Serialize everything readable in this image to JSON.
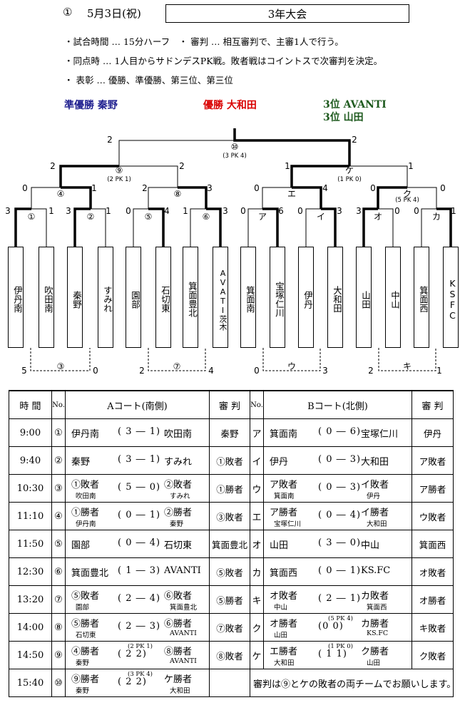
{
  "header": {
    "number": "①",
    "date": "5月3日(祝)",
    "title": "3年大会"
  },
  "rules": [
    "・試合時間 … 15分ハーフ　・ 審判 … 相互審判で、主審1人で行う。",
    "・同点時 … 1人目からサドンデスPK戦。敗者戦はコイントスで次審判を決定。",
    "・ 表彰 … 優勝、準優勝、第三位、第三位"
  ],
  "results": {
    "runner_up": "準優勝 秦野",
    "winner": "優勝 大和田",
    "third_1": "3位 AVANTI",
    "third_2": "3位 山田"
  },
  "colors": {
    "runner_up": "#1f1f8f",
    "winner": "#d90000",
    "third": "#1e5a1e"
  },
  "bracket": {
    "teams": [
      "伊丹南",
      "吹田南",
      "秦野",
      "すみれ",
      "園部",
      "石切東",
      "箕面豊北",
      "AVATI茨木",
      "箕面南",
      "宝塚仁川",
      "伊丹",
      "大和田",
      "山田",
      "中山",
      "箕面西",
      "KSFC"
    ],
    "match_labels": [
      "①",
      "②",
      "③",
      "④",
      "⑤",
      "⑥",
      "⑦",
      "⑧",
      "⑨",
      "⑩",
      "ア",
      "イ",
      "ウ",
      "エ",
      "オ",
      "カ",
      "キ",
      "ク",
      "ケ"
    ],
    "pk_notes": {
      "final": "(3 PK 4)",
      "m9": "(2 PK 1)",
      "ke": "(1 PK 0)",
      "ku": "(5 PK 4)"
    },
    "scores": {
      "final_left": "2",
      "final_right": "2",
      "m9_left": "2",
      "m9_right": "2",
      "ke_left": "1",
      "ke_right": "1",
      "m4_left": "0",
      "m4_right": "1",
      "m8_left": "2",
      "m8_right": "3",
      "e_left": "0",
      "e_right": "4",
      "ku_left": "0",
      "ku_right": "0",
      "m1_left": "3",
      "m1_right": "1",
      "m2_left": "3",
      "m2_right": "1",
      "m5_left": "0",
      "m5_right": "4",
      "m6_left": "1",
      "m6_right": "3",
      "a_left": "0",
      "a_right": "6",
      "i_left": "0",
      "i_right": "3",
      "o_left": "3",
      "o_right": "0",
      "ka_left": "0",
      "ka_right": "1",
      "m3_left": "5",
      "m3_right": "0",
      "m7_left": "2",
      "m7_right": "4",
      "u_left": "0",
      "u_right": "3",
      "ki_left": "2",
      "ki_right": "1"
    }
  },
  "schedule": {
    "headers": {
      "time": "時 間",
      "no": "No.",
      "court_a": "Aコート(南側)",
      "referee": "審 判",
      "court_b": "Bコート(北側)"
    },
    "rows": [
      {
        "time": "9:00",
        "a_no": "①",
        "a_left": "伊丹南",
        "a_score": "( 3 ― 1)",
        "a_right": "吹田南",
        "a_ref": "秦野",
        "b_no": "ア",
        "b_left": "箕面南",
        "b_score": "( 0 ― 6)",
        "b_right": "宝塚仁川",
        "b_ref": "伊丹"
      },
      {
        "time": "9:40",
        "a_no": "②",
        "a_left": "秦野",
        "a_score": "( 3 ― 1)",
        "a_right": "すみれ",
        "a_ref": "①敗者",
        "b_no": "イ",
        "b_left": "伊丹",
        "b_score": "( 0 ― 3)",
        "b_right": "大和田",
        "b_ref": "ア敗者"
      },
      {
        "time": "10:30",
        "a_no": "③",
        "a_left": "①敗者",
        "a_left_sub": "吹田南",
        "a_score": "( 5 ― 0)",
        "a_right": "②敗者",
        "a_right_sub": "すみれ",
        "a_ref": "①勝者",
        "b_no": "ウ",
        "b_left": "ア敗者",
        "b_left_sub": "箕面南",
        "b_score": "( 0 ― 3)",
        "b_right": "イ敗者",
        "b_right_sub": "伊丹",
        "b_ref": "ア勝者"
      },
      {
        "time": "11:10",
        "a_no": "④",
        "a_left": "①勝者",
        "a_left_sub": "伊丹南",
        "a_score": "( 0 ― 1)",
        "a_right": "②勝者",
        "a_right_sub": "秦野",
        "a_ref": "③敗者",
        "b_no": "エ",
        "b_left": "ア勝者",
        "b_left_sub": "宝塚仁川",
        "b_score": "( 0 ― 4)",
        "b_right": "イ勝者",
        "b_right_sub": "大和田",
        "b_ref": "ウ敗者"
      },
      {
        "time": "11:50",
        "a_no": "⑤",
        "a_left": "園部",
        "a_score": "( 0 ― 4)",
        "a_right": "石切東",
        "a_ref": "箕面豊北",
        "b_no": "オ",
        "b_left": "山田",
        "b_score": "( 3 ― 0)",
        "b_right": "中山",
        "b_ref": "箕面西"
      },
      {
        "time": "12:30",
        "a_no": "⑥",
        "a_left": "箕面豊北",
        "a_score": "( 1 ― 3)",
        "a_right": "AVANTI",
        "a_ref": "⑤敗者",
        "b_no": "カ",
        "b_left": "箕面西",
        "b_score": "( 0 ― 1)",
        "b_right": "KS.FC",
        "b_ref": "オ敗者"
      },
      {
        "time": "13:20",
        "a_no": "⑦",
        "a_left": "⑤敗者",
        "a_left_sub": "園部",
        "a_score": "( 2 ― 4)",
        "a_right": "⑥敗者",
        "a_right_sub": "箕面豊北",
        "a_ref": "⑤勝者",
        "b_no": "キ",
        "b_left": "オ敗者",
        "b_left_sub": "中山",
        "b_score": "( 2 ― 1)",
        "b_right": "カ敗者",
        "b_right_sub": "箕面西",
        "b_ref": "オ勝者"
      },
      {
        "time": "14:00",
        "a_no": "⑧",
        "a_left": "⑤勝者",
        "a_left_sub": "石切東",
        "a_score": "( 2 ― 3)",
        "a_right": "⑥勝者",
        "a_right_sub": "AVANTI",
        "a_ref": "⑦敗者",
        "b_no": "ク",
        "b_left": "オ勝者",
        "b_left_sub": "山田",
        "b_score": "(0 0)",
        "b_pk": "(5 PK 4)",
        "b_right": "カ勝者",
        "b_right_sub": "KS.FC",
        "b_ref": "キ敗者"
      },
      {
        "time": "14:50",
        "a_no": "⑨",
        "a_left": "④勝者",
        "a_left_sub": "秦野",
        "a_score": "( 2 2)",
        "a_pk": "(2 PK 1)",
        "a_right": "⑧勝者",
        "a_right_sub": "AVANTI",
        "a_ref": "⑧敗者",
        "b_no": "ケ",
        "b_left": "エ勝者",
        "b_left_sub": "大和田",
        "b_score": "( 1 1)",
        "b_pk": "(1 PK 0)",
        "b_right": "ク勝者",
        "b_right_sub": "山田",
        "b_ref": "ク敗者"
      },
      {
        "time": "15:40",
        "a_no": "⑩",
        "a_left": "⑨勝者",
        "a_left_sub": "秦野",
        "a_score": "( 2 2)",
        "a_pk": "(3 PK 4)",
        "a_right": "ケ勝者",
        "a_right_sub": "大和田",
        "note": "審判は⑨とケの敗者の両チームでお願いします。"
      }
    ]
  }
}
